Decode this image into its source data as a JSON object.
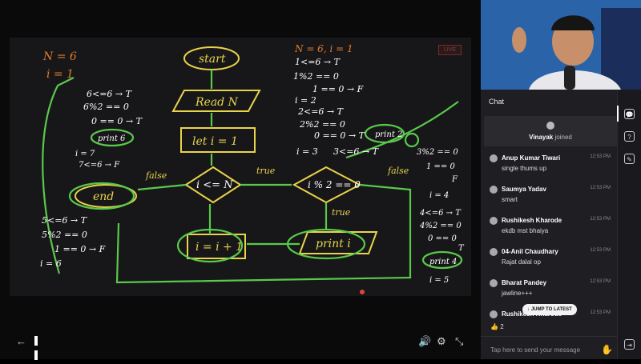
{
  "board": {
    "live_label": "LIVE",
    "left_notes": {
      "n_value": "N = 6",
      "i_value": "i = 1",
      "check1": "6<=6 → T",
      "check2": "6%2 == 0",
      "check3": "0 == 0 → T",
      "print_label": "print 6",
      "i7": "i = 7",
      "check4": "7<=6 → F",
      "check5": "5<=6 → T",
      "check6": "5%2 == 0",
      "check7": "1 == 0 → F",
      "i6": "i = 6"
    },
    "flow": {
      "start": "start",
      "read": "Read N",
      "init": "let i = 1",
      "cond": "i <= N",
      "mod": "i % 2 == 0",
      "print": "print i",
      "inc": "i = i + 1",
      "end": "end",
      "false_label1": "false",
      "true_label1": "true",
      "false_label2": "false",
      "true_label2": "true"
    },
    "right_notes": {
      "top": "N = 6, i = 1",
      "r1": "1<=6 → T",
      "r2": "1%2 == 0",
      "r3": "1 == 0 → F",
      "r4": "i = 2",
      "r5": "2<=6 → T",
      "r6": "2%2 == 0",
      "r7": "0 == 0 → T",
      "r8": "print 2",
      "r9": "i = 3",
      "r10": "3<=6 → T",
      "r11": "3%2 == 0",
      "r12": "1 == 0",
      "r13": "F",
      "r14": "i = 4",
      "r15": "4<=6 → T",
      "r16": "4%2 == 0",
      "r17": "0 == 0",
      "r18": "T",
      "r19": "print 4",
      "r20": "i = 5"
    }
  },
  "controls": {
    "back": "←",
    "volume": "🔊",
    "settings": "⚙",
    "fullscreen": "⤡"
  },
  "chat": {
    "header": "Chat",
    "joined_user": "Vinayak",
    "joined_text": "joined",
    "messages": [
      {
        "name": "Anup Kumar Tiwari",
        "time": "12:53 PM",
        "text": "single thums up"
      },
      {
        "name": "Saumya Yadav",
        "time": "12:53 PM",
        "text": "smart"
      },
      {
        "name": "Rushikesh Kharode",
        "time": "12:53 PM",
        "text": "ekdb mst bhaiya"
      },
      {
        "name": "04-Anil Chaudhary",
        "time": "12:53 PM",
        "text": "Rajat dalal op"
      },
      {
        "name": "Bharat Pandey",
        "time": "12:53 PM",
        "text": "jawline+++"
      },
      {
        "name": "Rushikesh Kharode",
        "time": "12:53 PM",
        "text": ""
      }
    ],
    "jump_label": "JUMP TO LATEST",
    "reaction_count": "2",
    "input_placeholder": "Tap here to send your message"
  },
  "colors": {
    "ink_yellow": "#e8d34a",
    "ink_green": "#59c94a",
    "ink_orange": "#e07a2a",
    "panel": "#1f1f23"
  }
}
